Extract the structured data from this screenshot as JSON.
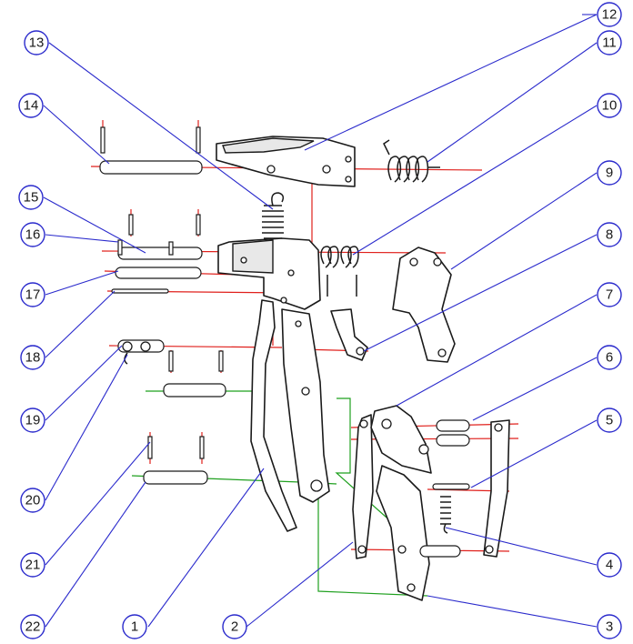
{
  "diagram": {
    "callouts": [
      {
        "id": "c1",
        "label": "1"
      },
      {
        "id": "c2",
        "label": "2"
      },
      {
        "id": "c3",
        "label": "3"
      },
      {
        "id": "c4",
        "label": "4"
      },
      {
        "id": "c5",
        "label": "5"
      },
      {
        "id": "c6",
        "label": "6"
      },
      {
        "id": "c7",
        "label": "7"
      },
      {
        "id": "c8",
        "label": "8"
      },
      {
        "id": "c9",
        "label": "9"
      },
      {
        "id": "c10",
        "label": "10"
      },
      {
        "id": "c11",
        "label": "11"
      },
      {
        "id": "c12",
        "label": "12"
      },
      {
        "id": "c13",
        "label": "13"
      },
      {
        "id": "c14",
        "label": "14"
      },
      {
        "id": "c15",
        "label": "15"
      },
      {
        "id": "c16",
        "label": "16"
      },
      {
        "id": "c17",
        "label": "17"
      },
      {
        "id": "c18",
        "label": "18"
      },
      {
        "id": "c19",
        "label": "19"
      },
      {
        "id": "c20",
        "label": "20"
      },
      {
        "id": "c21",
        "label": "21"
      },
      {
        "id": "c22",
        "label": "22"
      }
    ],
    "colors": {
      "part_outline": "#1a1a1a",
      "assembly_axis_red": "#e0201c",
      "assembly_axis_green": "#1fa01f",
      "leader_line_blue": "#2a2acc"
    }
  }
}
